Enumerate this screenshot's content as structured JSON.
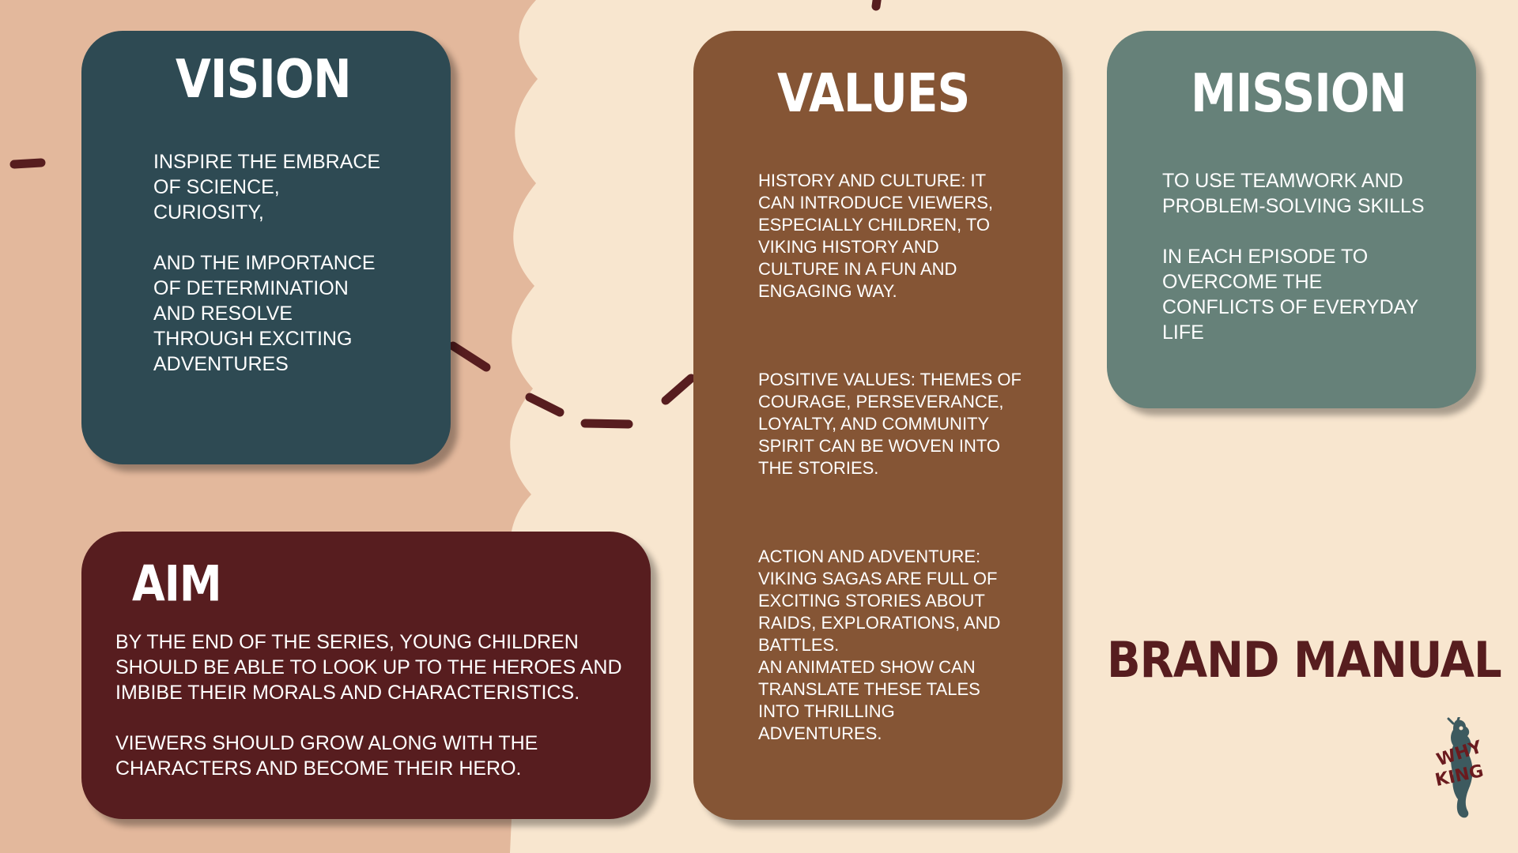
{
  "colors": {
    "background": "#f8e6cf",
    "peach_blob": "#e3b89c",
    "dash": "#571d1f",
    "vision": "#2e4a53",
    "values": "#855535",
    "mission": "#668179",
    "aim": "#571d1f",
    "brand_text": "#571d1f"
  },
  "vision": {
    "title": "VISION",
    "body": "INSPIRE THE EMBRACE\nOF SCIENCE,\nCURIOSITY,\n\nAND THE IMPORTANCE\nOF DETERMINATION\nAND RESOLVE\nTHROUGH EXCITING\nADVENTURES"
  },
  "values": {
    "title": "VALUES",
    "items": [
      "HISTORY AND CULTURE: IT\nCAN INTRODUCE VIEWERS,\nESPECIALLY CHILDREN, TO\nVIKING HISTORY AND\nCULTURE IN A FUN AND\nENGAGING WAY.",
      "POSITIVE VALUES: THEMES OF\nCOURAGE, PERSEVERANCE,\nLOYALTY, AND COMMUNITY\nSPIRIT CAN BE WOVEN INTO\nTHE STORIES.",
      "ACTION AND ADVENTURE:\nVIKING SAGAS ARE FULL OF\nEXCITING STORIES ABOUT\nRAIDS, EXPLORATIONS, AND\nBATTLES.\nAN ANIMATED SHOW CAN\nTRANSLATE THESE TALES\nINTO THRILLING\nADVENTURES."
    ]
  },
  "mission": {
    "title": "MISSION",
    "body": "TO USE TEAMWORK AND\nPROBLEM-SOLVING SKILLS\n\nIN EACH EPISODE TO\nOVERCOME THE\nCONFLICTS OF EVERYDAY\nLIFE"
  },
  "aim": {
    "title": "AIM",
    "body": "BY THE END OF THE SERIES, YOUNG CHILDREN\nSHOULD BE ABLE TO LOOK UP TO THE HEROES AND\n IMBIBE THEIR MORALS AND CHARACTERISTICS.\n\n VIEWERS SHOULD GROW ALONG WITH THE\nCHARACTERS AND BECOME THEIR HERO."
  },
  "brand_manual": "BRAND MANUAL",
  "logo": {
    "line1": "WHY",
    "line2": "KING",
    "icon": "seahorse-viking-icon"
  }
}
